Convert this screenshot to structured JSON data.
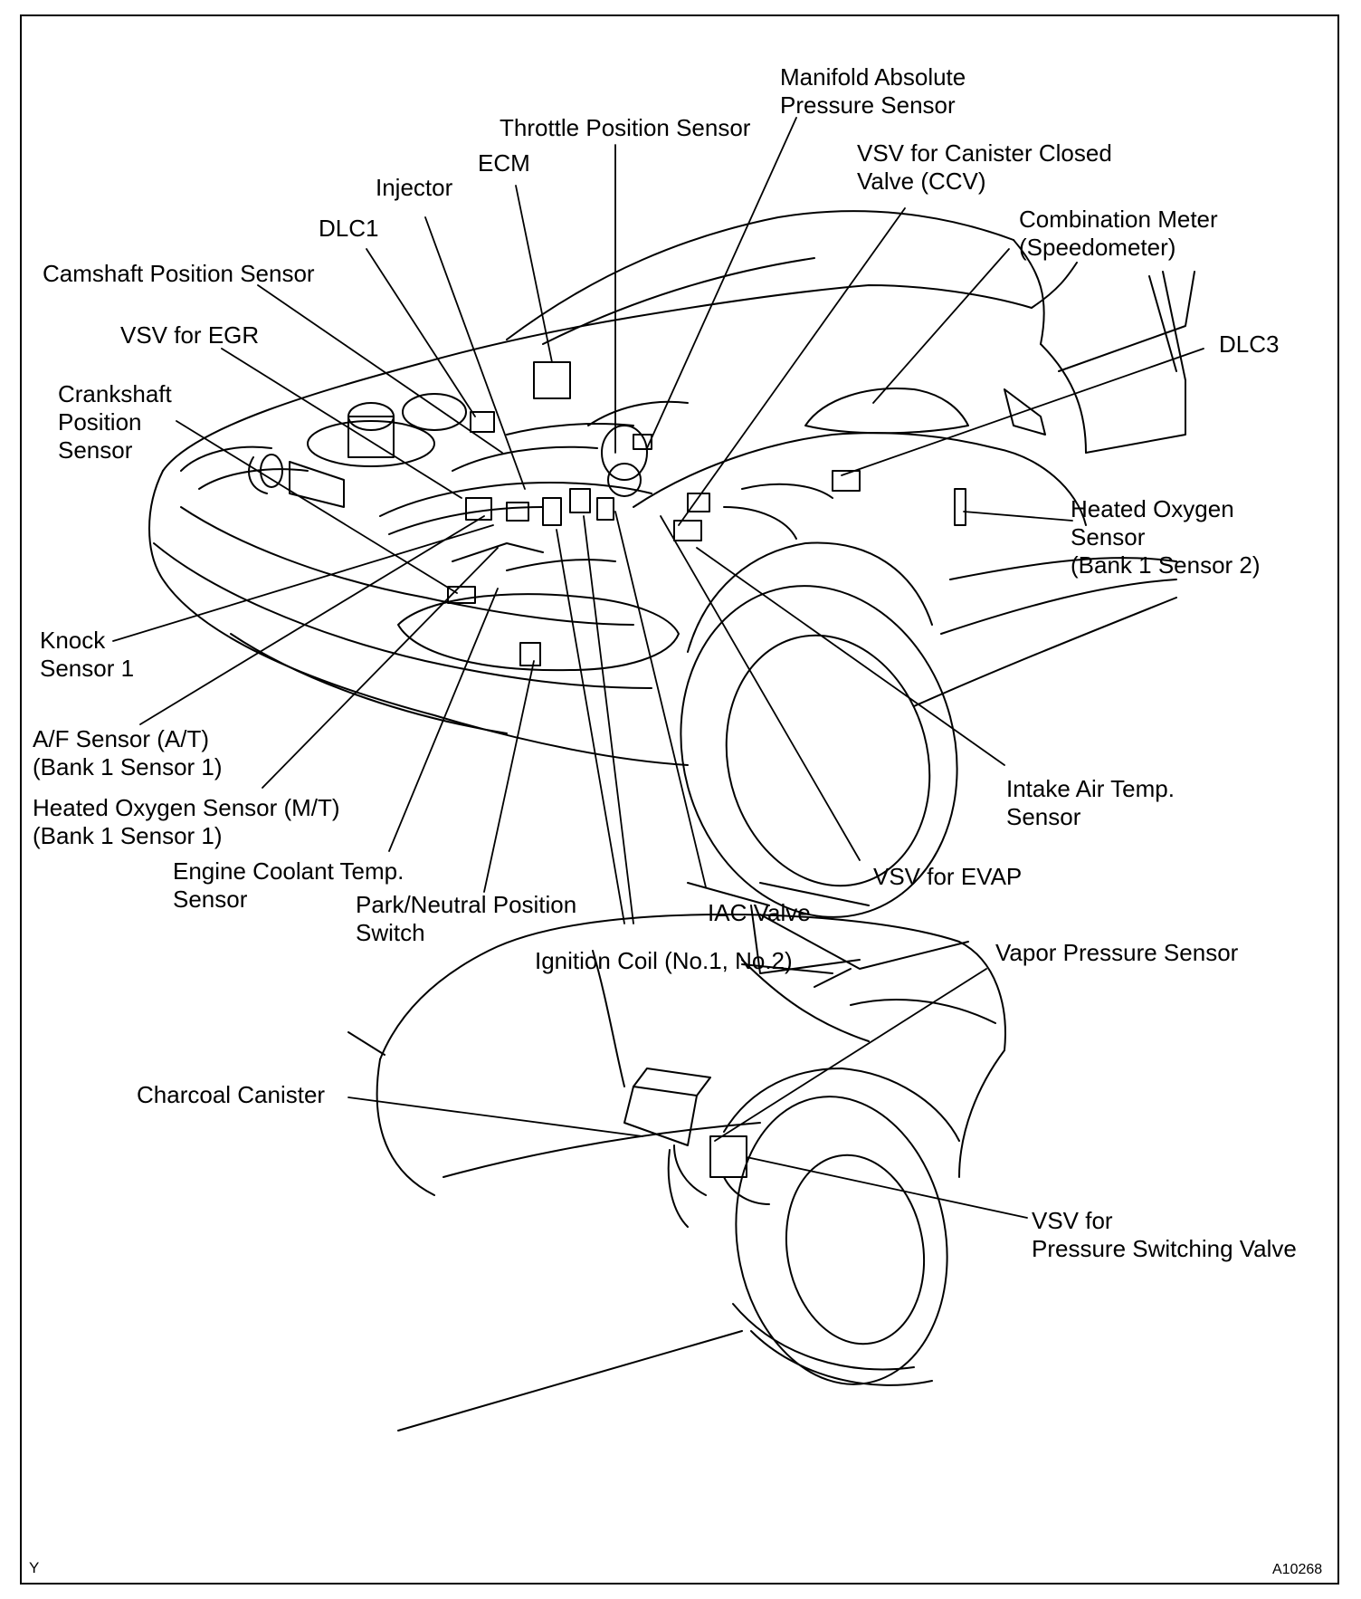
{
  "labels": {
    "map_sensor": "Manifold Absolute\nPressure Sensor",
    "throttle_position_sensor": "Throttle Position Sensor",
    "ecm": "ECM",
    "vsv_ccv": "VSV for Canister Closed\nValve (CCV)",
    "injector": "Injector",
    "dlc1": "DLC1",
    "combination_meter": "Combination Meter\n(Speedometer)",
    "camshaft_position_sensor": "Camshaft Position Sensor",
    "dlc3": "DLC3",
    "vsv_egr": "VSV for EGR",
    "crankshaft_position_sensor": "Crankshaft\nPosition\nSensor",
    "heated_oxygen_sensor_b1s2": "Heated Oxygen\nSensor\n(Bank 1 Sensor 2)",
    "knock_sensor_1": "Knock\nSensor 1",
    "af_sensor": "A/F Sensor (A/T)\n(Bank 1 Sensor 1)",
    "heated_oxygen_sensor_mt": "Heated Oxygen Sensor (M/T)\n(Bank 1 Sensor 1)",
    "intake_air_temp_sensor": "Intake Air Temp.\nSensor",
    "engine_coolant_temp_sensor": "Engine Coolant Temp.\nSensor",
    "vsv_evap": "VSV for EVAP",
    "park_neutral_switch": "Park/Neutral Position\nSwitch",
    "iac_valve": "IAC Valve",
    "ignition_coil": "Ignition Coil (No.1, No.2)",
    "vapor_pressure_sensor": "Vapor Pressure Sensor",
    "charcoal_canister": "Charcoal Canister",
    "vsv_pressure_switching_valve": "VSV for\nPressure Switching Valve"
  },
  "corner_marks": {
    "left": "Y",
    "right": "A10268"
  }
}
